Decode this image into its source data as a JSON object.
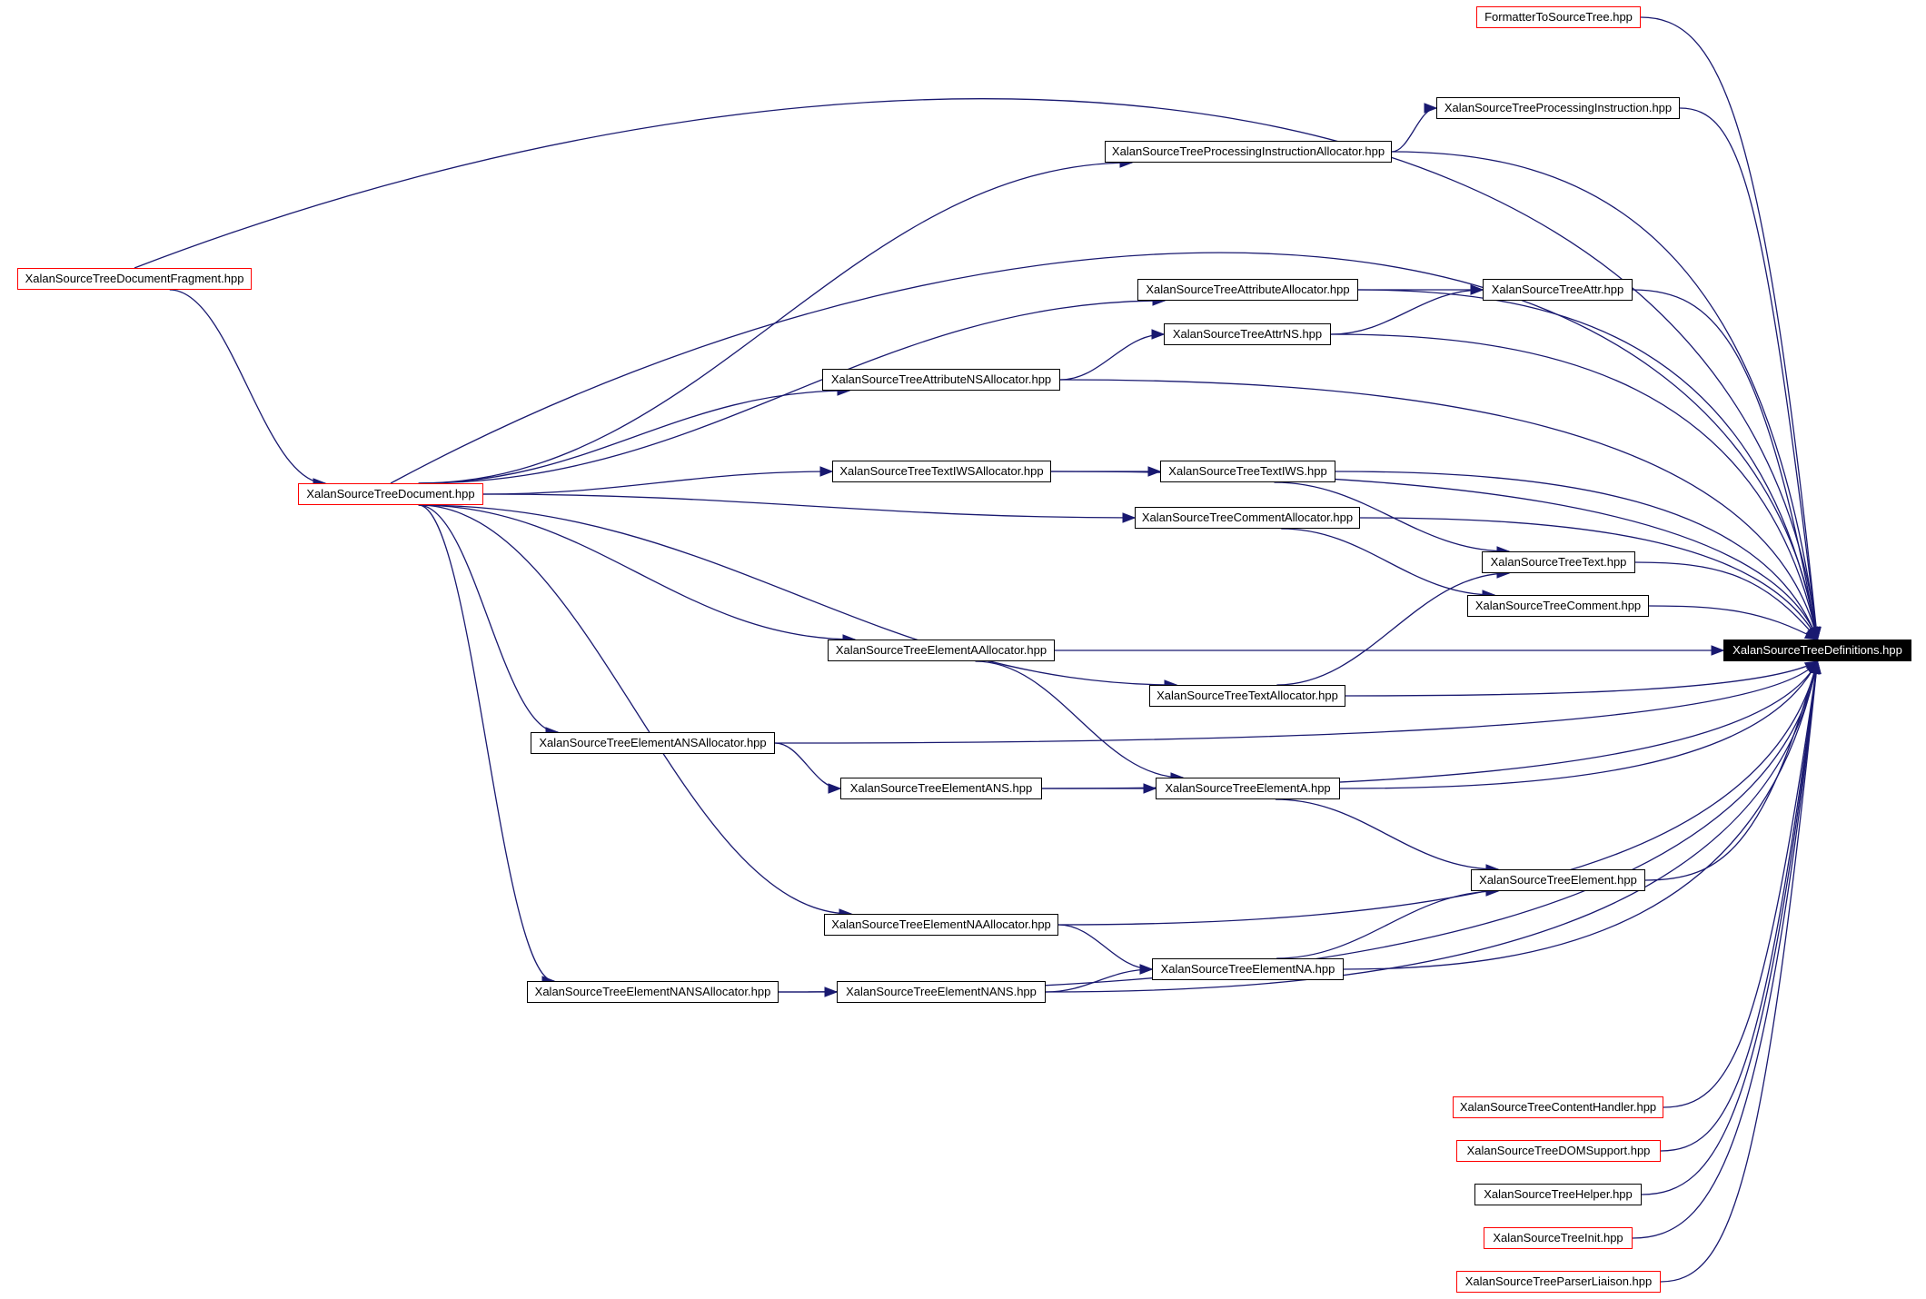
{
  "colors": {
    "edge": "#191970",
    "red_border": "#ff0000",
    "black_border": "#000000",
    "root_fill": "#000000",
    "root_text": "#ffffff"
  },
  "nodes": [
    {
      "id": "formatter",
      "label": "FormatterToSourceTree.hpp",
      "style": "red"
    },
    {
      "id": "pi",
      "label": "XalanSourceTreeProcessingInstruction.hpp",
      "style": "black"
    },
    {
      "id": "pialloc",
      "label": "XalanSourceTreeProcessingInstructionAllocator.hpp",
      "style": "black"
    },
    {
      "id": "fragment",
      "label": "XalanSourceTreeDocumentFragment.hpp",
      "style": "red"
    },
    {
      "id": "attralloc",
      "label": "XalanSourceTreeAttributeAllocator.hpp",
      "style": "black"
    },
    {
      "id": "attr",
      "label": "XalanSourceTreeAttr.hpp",
      "style": "black"
    },
    {
      "id": "attrns",
      "label": "XalanSourceTreeAttrNS.hpp",
      "style": "black"
    },
    {
      "id": "attrnsalloc",
      "label": "XalanSourceTreeAttributeNSAllocator.hpp",
      "style": "black"
    },
    {
      "id": "textiwsalloc",
      "label": "XalanSourceTreeTextIWSAllocator.hpp",
      "style": "black"
    },
    {
      "id": "textiws",
      "label": "XalanSourceTreeTextIWS.hpp",
      "style": "black"
    },
    {
      "id": "document",
      "label": "XalanSourceTreeDocument.hpp",
      "style": "red"
    },
    {
      "id": "commentalloc",
      "label": "XalanSourceTreeCommentAllocator.hpp",
      "style": "black"
    },
    {
      "id": "text",
      "label": "XalanSourceTreeText.hpp",
      "style": "black"
    },
    {
      "id": "comment",
      "label": "XalanSourceTreeComment.hpp",
      "style": "black"
    },
    {
      "id": "elemaalloc",
      "label": "XalanSourceTreeElementAAllocator.hpp",
      "style": "black"
    },
    {
      "id": "defs",
      "label": "XalanSourceTreeDefinitions.hpp",
      "style": "root"
    },
    {
      "id": "textalloc",
      "label": "XalanSourceTreeTextAllocator.hpp",
      "style": "black"
    },
    {
      "id": "elemansalloc",
      "label": "XalanSourceTreeElementANSAllocator.hpp",
      "style": "black"
    },
    {
      "id": "elemans",
      "label": "XalanSourceTreeElementANS.hpp",
      "style": "black"
    },
    {
      "id": "elema",
      "label": "XalanSourceTreeElementA.hpp",
      "style": "black"
    },
    {
      "id": "element",
      "label": "XalanSourceTreeElement.hpp",
      "style": "black"
    },
    {
      "id": "elemnaalloc",
      "label": "XalanSourceTreeElementNAAllocator.hpp",
      "style": "black"
    },
    {
      "id": "elemna",
      "label": "XalanSourceTreeElementNA.hpp",
      "style": "black"
    },
    {
      "id": "nansalloc",
      "label": "XalanSourceTreeElementNANSAllocator.hpp",
      "style": "black"
    },
    {
      "id": "nans",
      "label": "XalanSourceTreeElementNANS.hpp",
      "style": "black"
    },
    {
      "id": "contenthandler",
      "label": "XalanSourceTreeContentHandler.hpp",
      "style": "red"
    },
    {
      "id": "domsupport",
      "label": "XalanSourceTreeDOMSupport.hpp",
      "style": "red"
    },
    {
      "id": "helper",
      "label": "XalanSourceTreeHelper.hpp",
      "style": "black"
    },
    {
      "id": "init",
      "label": "XalanSourceTreeInit.hpp",
      "style": "red"
    },
    {
      "id": "parserliaison",
      "label": "XalanSourceTreeParserLiaison.hpp",
      "style": "red"
    }
  ],
  "edges": [
    [
      "fragment",
      "document"
    ],
    [
      "fragment",
      "defs"
    ],
    [
      "document",
      "pialloc"
    ],
    [
      "document",
      "defs"
    ],
    [
      "document",
      "attralloc"
    ],
    [
      "document",
      "attrnsalloc"
    ],
    [
      "document",
      "textiwsalloc"
    ],
    [
      "document",
      "commentalloc"
    ],
    [
      "document",
      "elemaalloc"
    ],
    [
      "document",
      "textalloc"
    ],
    [
      "document",
      "elemansalloc"
    ],
    [
      "document",
      "elemnaalloc"
    ],
    [
      "document",
      "nansalloc"
    ],
    [
      "formatter",
      "defs"
    ],
    [
      "pialloc",
      "pi"
    ],
    [
      "pialloc",
      "defs"
    ],
    [
      "pi",
      "defs"
    ],
    [
      "attralloc",
      "attr"
    ],
    [
      "attralloc",
      "defs"
    ],
    [
      "attrns",
      "attr"
    ],
    [
      "attrns",
      "defs"
    ],
    [
      "attrnsalloc",
      "attrns"
    ],
    [
      "attrnsalloc",
      "defs"
    ],
    [
      "attr",
      "defs"
    ],
    [
      "textiwsalloc",
      "textiws"
    ],
    [
      "textiwsalloc",
      "defs"
    ],
    [
      "textiws",
      "text"
    ],
    [
      "textiws",
      "defs"
    ],
    [
      "commentalloc",
      "comment"
    ],
    [
      "commentalloc",
      "defs"
    ],
    [
      "text",
      "defs"
    ],
    [
      "comment",
      "defs"
    ],
    [
      "elemaalloc",
      "defs"
    ],
    [
      "elemaalloc",
      "elema"
    ],
    [
      "textalloc",
      "text"
    ],
    [
      "textalloc",
      "defs"
    ],
    [
      "elemansalloc",
      "elemans"
    ],
    [
      "elemansalloc",
      "defs"
    ],
    [
      "elemans",
      "elema"
    ],
    [
      "elemans",
      "defs"
    ],
    [
      "elema",
      "element"
    ],
    [
      "elema",
      "defs"
    ],
    [
      "element",
      "defs"
    ],
    [
      "elemnaalloc",
      "elemna"
    ],
    [
      "elemnaalloc",
      "defs"
    ],
    [
      "elemna",
      "element"
    ],
    [
      "elemna",
      "defs"
    ],
    [
      "nansalloc",
      "nans"
    ],
    [
      "nansalloc",
      "defs"
    ],
    [
      "nans",
      "elemna"
    ],
    [
      "nans",
      "defs"
    ],
    [
      "contenthandler",
      "defs"
    ],
    [
      "domsupport",
      "defs"
    ],
    [
      "helper",
      "defs"
    ],
    [
      "init",
      "defs"
    ],
    [
      "parserliaison",
      "defs"
    ]
  ]
}
